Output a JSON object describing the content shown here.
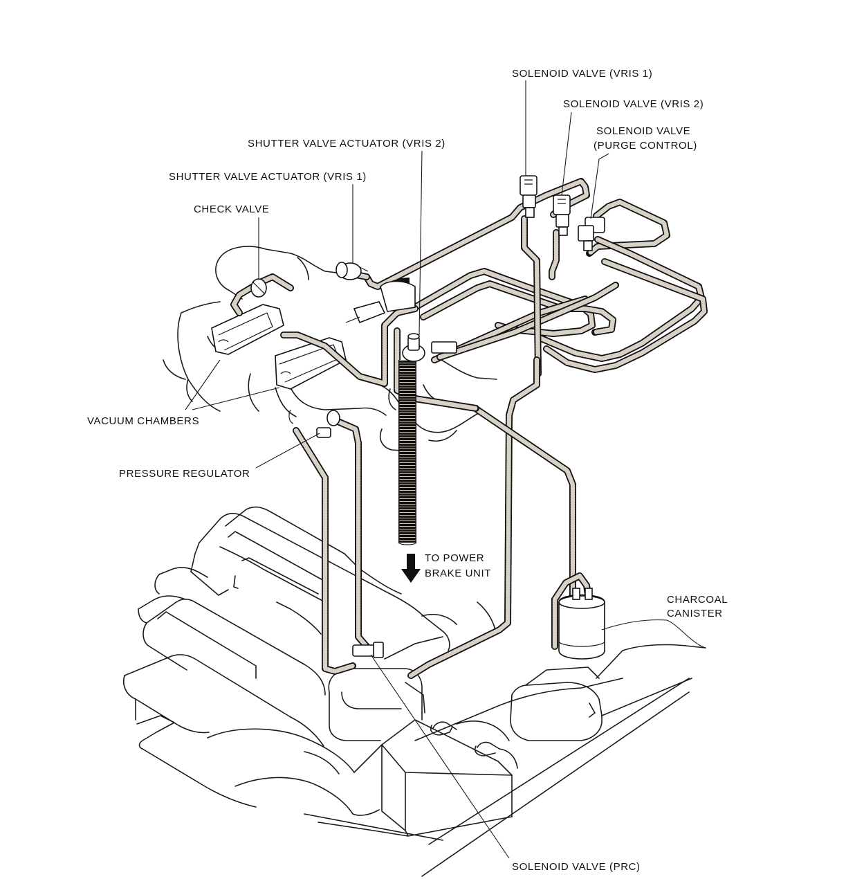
{
  "labels": {
    "solenoid_vris1": "SOLENOID VALVE (VRIS 1)",
    "solenoid_vris2": "SOLENOID VALVE (VRIS 2)",
    "solenoid_purge_line1": "SOLENOID VALVE",
    "solenoid_purge_line2": "(PURGE CONTROL)",
    "shutter_vris2": "SHUTTER VALVE ACTUATOR (VRIS 2)",
    "shutter_vris1": "SHUTTER VALVE ACTUATOR (VRIS 1)",
    "check_valve": "CHECK VALVE",
    "vacuum_chambers": "VACUUM CHAMBERS",
    "pressure_regulator": "PRESSURE REGULATOR",
    "to_power_line1": "TO POWER",
    "to_power_line2": "BRAKE UNIT",
    "charcoal_line1": "CHARCOAL",
    "charcoal_line2": "CANISTER",
    "solenoid_prc": "SOLENOID VALVE (PRC)"
  },
  "icons": {
    "arrow": "down-arrow-icon"
  }
}
